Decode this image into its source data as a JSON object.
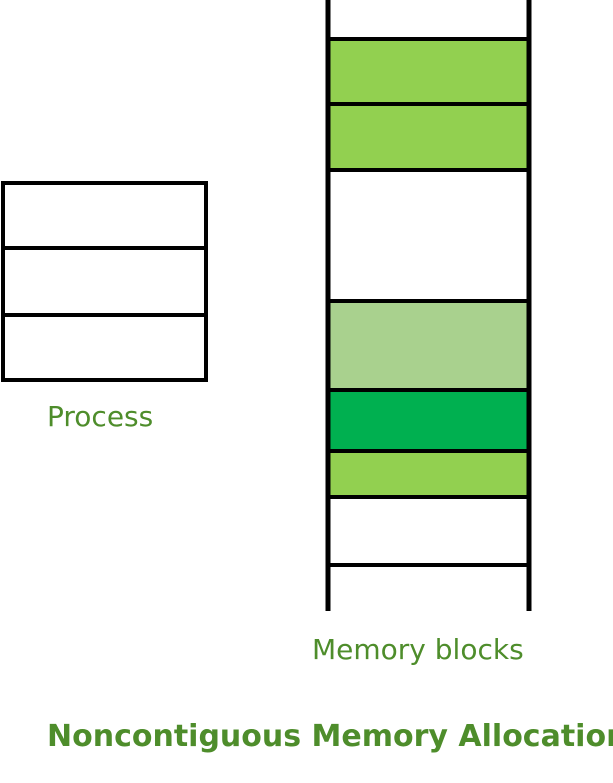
{
  "labels": {
    "process": "Process",
    "memory": "Memory blocks",
    "title": "Noncontiguous Memory Allocation"
  },
  "colors": {
    "line": "#000000",
    "label": "#4e8d2b",
    "background": "#ffffff"
  },
  "process_blocks": [
    {
      "fill": "#ffffff"
    },
    {
      "fill": "#ffffff"
    },
    {
      "fill": "#ffffff"
    }
  ],
  "memory_blocks": [
    {
      "state": "free",
      "fill": "#ffffff"
    },
    {
      "state": "allocated",
      "fill": "#92d050"
    },
    {
      "state": "allocated",
      "fill": "#92d050"
    },
    {
      "state": "free",
      "fill": "#ffffff"
    },
    {
      "state": "allocated",
      "fill": "#a9d18e"
    },
    {
      "state": "allocated",
      "fill": "#00b050"
    },
    {
      "state": "allocated",
      "fill": "#92d050"
    },
    {
      "state": "free",
      "fill": "#ffffff"
    },
    {
      "state": "free",
      "fill": "#ffffff"
    }
  ]
}
